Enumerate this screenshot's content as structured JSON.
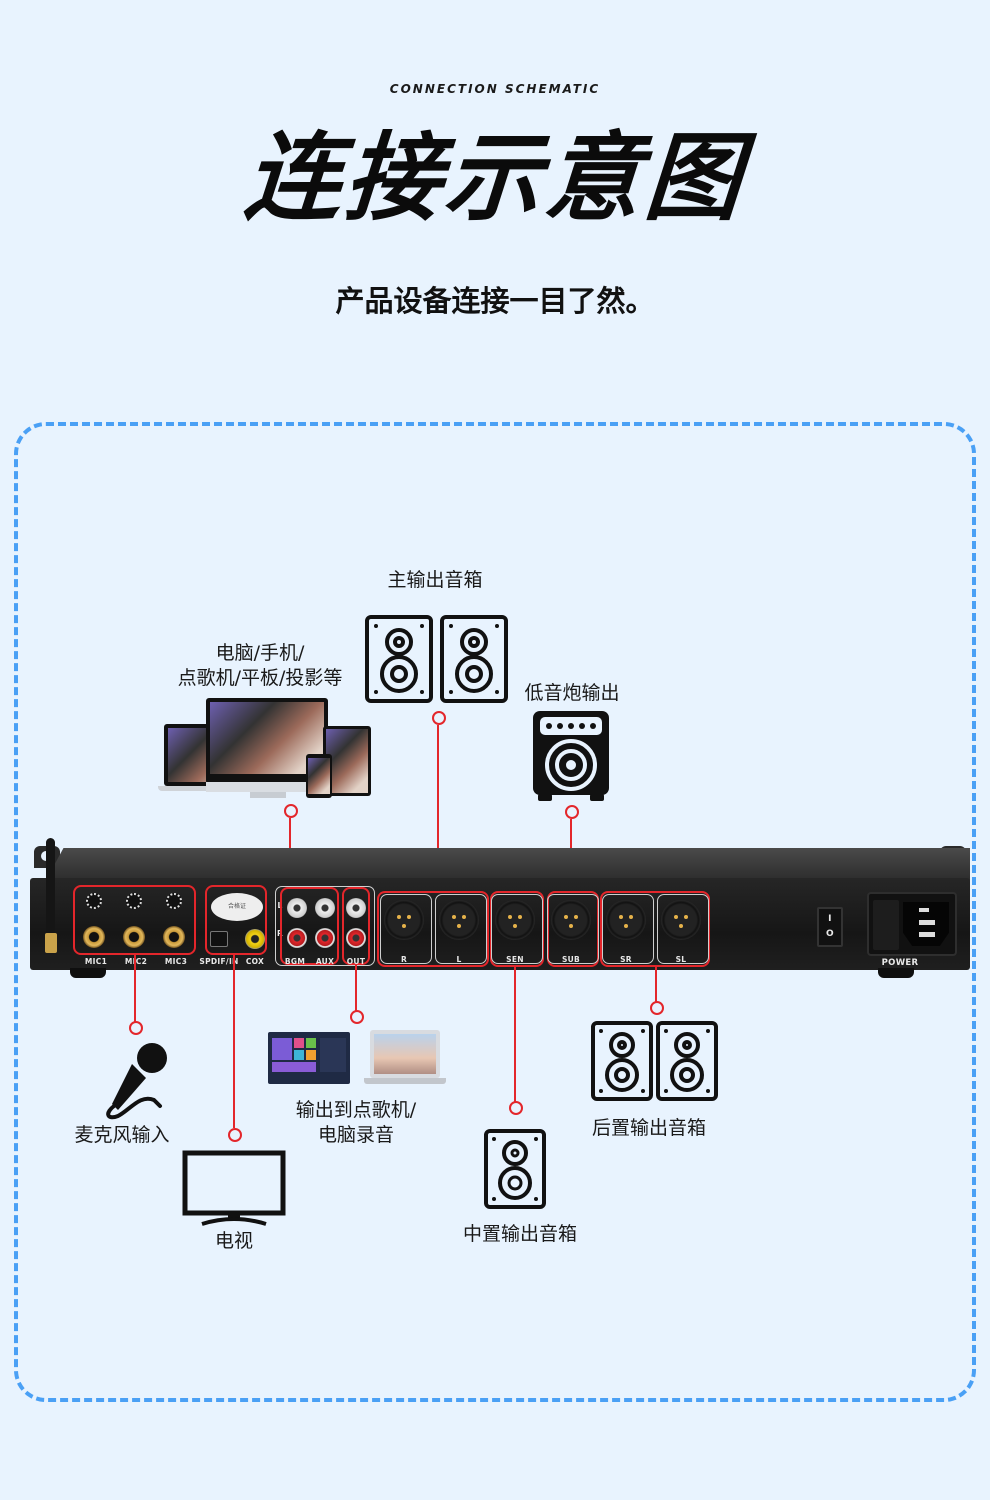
{
  "header": {
    "subtitle_en": "CONNECTION SCHEMATIC",
    "title": "连接示意图",
    "tagline": "产品设备连接一目了然。"
  },
  "colors": {
    "background": "#e8f3fe",
    "frame_dash": "#4aa0f5",
    "wire": "#e3262b",
    "device": "#1c1c1c"
  },
  "peripherals": {
    "main_speakers": {
      "label": "主输出音箱",
      "icon": "bookshelf-speaker-pair-icon"
    },
    "subwoofer": {
      "label": "低音炮输出",
      "icon": "subwoofer-icon"
    },
    "sources": {
      "label_line1": "电脑/手机/",
      "label_line2": "点歌机/平板/投影等",
      "icon": "multi-device-icon"
    },
    "microphone": {
      "label": "麦克风输入",
      "icon": "microphone-icon"
    },
    "tv": {
      "label": "电视",
      "icon": "tv-icon"
    },
    "recorder": {
      "label_line1": "输出到点歌机/",
      "label_line2": "电脑录音",
      "icon": "jukebox-laptop-icon"
    },
    "center_speaker": {
      "label": "中置输出音箱",
      "icon": "bookshelf-speaker-icon"
    },
    "rear_speakers": {
      "label": "后置输出音箱",
      "icon": "bookshelf-speaker-pair-icon"
    }
  },
  "device": {
    "mic_ports": [
      "MIC1",
      "MIC2",
      "MIC3"
    ],
    "digital_ports": [
      "SPDIF/IN",
      "COX"
    ],
    "cert_label": "合格证",
    "rca_ports": [
      "BGM",
      "AUX",
      "OUT"
    ],
    "rca_side_marks": [
      "L",
      "R"
    ],
    "xlr_ports": [
      "R",
      "L",
      "SEN",
      "SUB",
      "SR",
      "SL"
    ],
    "switch_marks": [
      "I",
      "O"
    ],
    "power_label": "POWER"
  }
}
